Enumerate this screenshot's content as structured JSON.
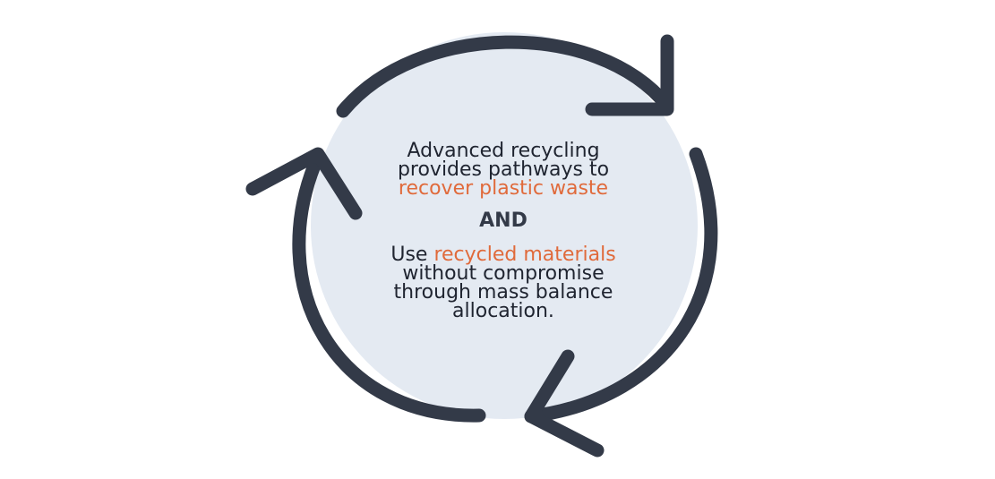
{
  "colors": {
    "circle_fill": "#e4eaf2",
    "arrow_stroke": "#333a48",
    "text": "#1f2430",
    "accent": "#e06a3b"
  },
  "text": {
    "top": {
      "line1": "Advanced recycling",
      "line2": "provides pathways to",
      "line3_accent": "recover plastic waste"
    },
    "and": "AND",
    "bottom": {
      "line1_prefix": "Use",
      "line1_accent": "recycled materials",
      "line2": "without compromise",
      "line3": "through mass balance",
      "line4": "allocation."
    }
  },
  "icons": [
    "cycle-arrow-icon",
    "cycle-arrow-icon",
    "cycle-arrow-icon"
  ]
}
